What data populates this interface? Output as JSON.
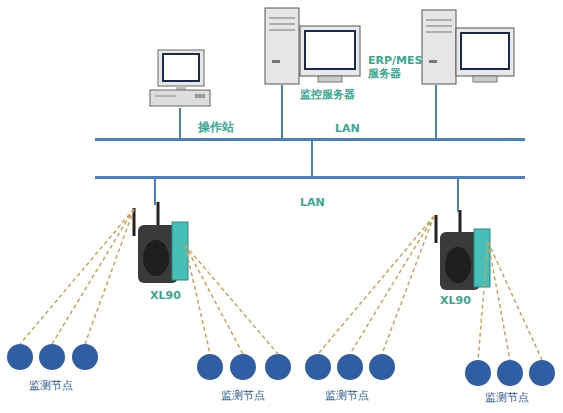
{
  "diagram": {
    "nodes": [
      {
        "text": [
          "操作站"
        ]
      },
      {
        "text": [
          "监控服务器"
        ]
      },
      {
        "text": [
          "ERP/MES 服务器"
        ]
      },
      {
        "text": [
          "LAN"
        ]
      },
      {
        "text": [
          "LAN"
        ]
      },
      {
        "text": [
          "XL90"
        ]
      },
      {
        "text": [
          "XL90"
        ]
      },
      {
        "text": [
          "监测节点"
        ]
      },
      {
        "text": [
          "监测节点"
        ]
      },
      {
        "text": [
          "监测节点"
        ]
      },
      {
        "text": [
          "监测节点"
        ]
      }
    ],
    "edges": [
      {
        "from": 0,
        "to": 3,
        "arrow": "none"
      },
      {
        "from": 1,
        "to": 3,
        "arrow": "none"
      },
      {
        "from": 2,
        "to": 3,
        "arrow": "none"
      },
      {
        "from": 3,
        "to": 4,
        "arrow": "none"
      },
      {
        "from": 4,
        "to": 5,
        "arrow": "none"
      },
      {
        "from": 4,
        "to": 6,
        "arrow": "none"
      },
      {
        "from": 5,
        "to": 7,
        "arrow": "none"
      },
      {
        "from": 5,
        "to": 8,
        "arrow": "none"
      },
      {
        "from": 6,
        "to": 9,
        "arrow": "none"
      },
      {
        "from": 6,
        "to": 10,
        "arrow": "none"
      }
    ]
  }
}
